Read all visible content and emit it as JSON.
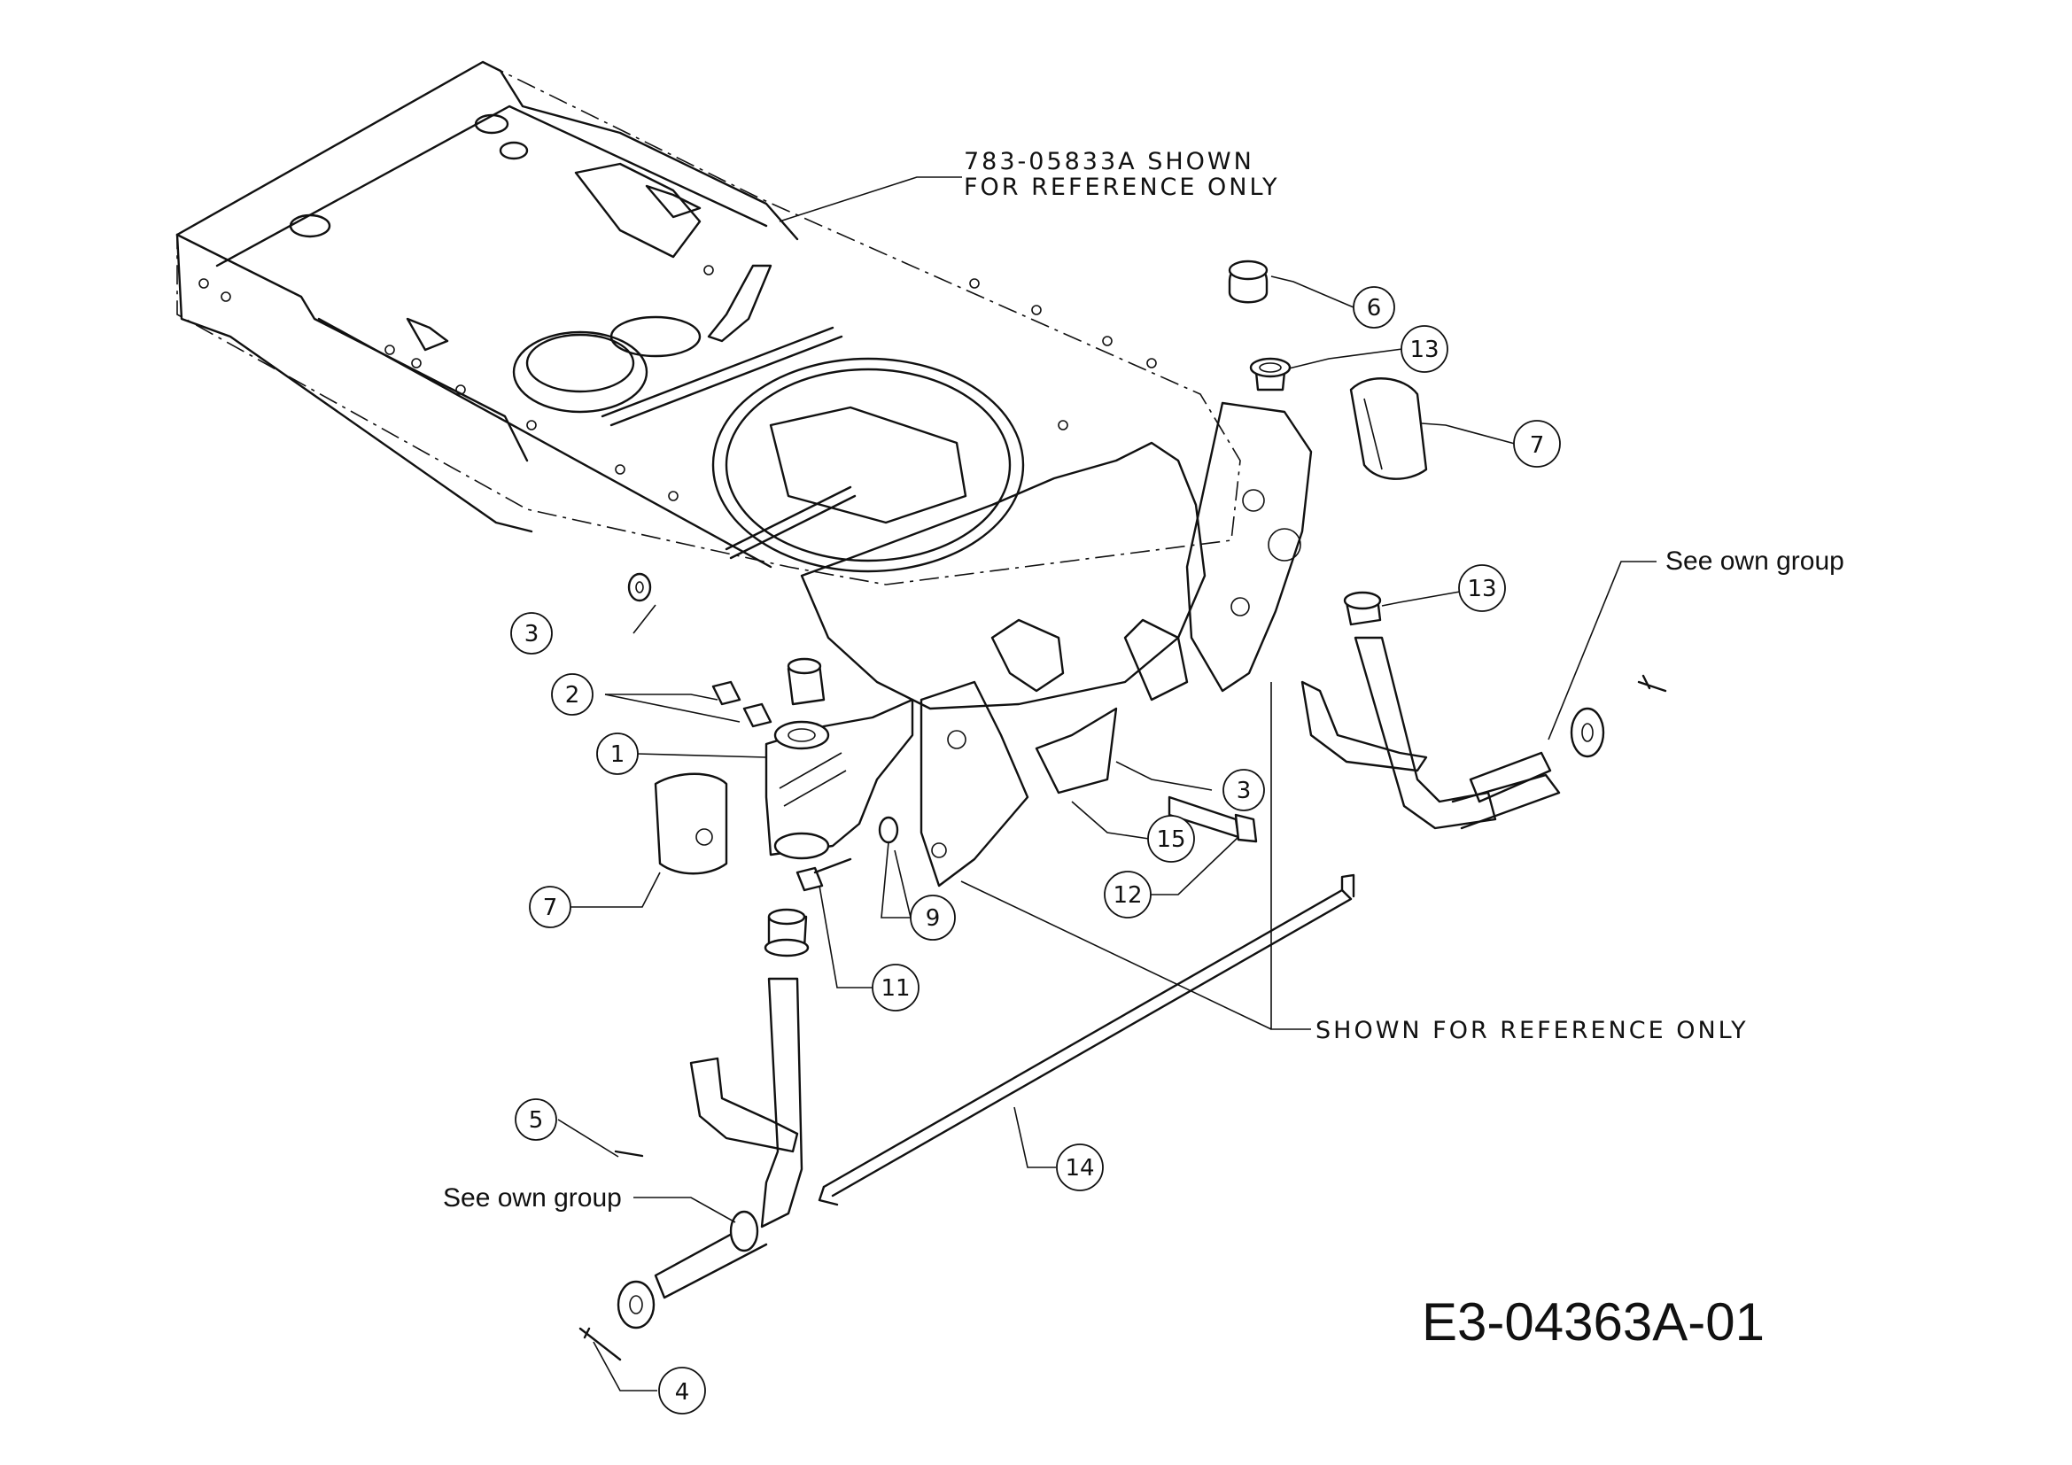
{
  "notes": {
    "reference_783": [
      "783-05833A SHOWN",
      "FOR REFERENCE ONLY"
    ],
    "shown_for_reference": "SHOWN FOR REFERENCE ONLY",
    "see_own_group_right": "See own group",
    "see_own_group_left": "See own group",
    "drawing_code": "E3-04363A-01"
  },
  "callouts": {
    "c1": "1",
    "c2": "2",
    "c3a": "3",
    "c3b": "3",
    "c4": "4",
    "c5": "5",
    "c6": "6",
    "c7a": "7",
    "c7b": "7",
    "c9": "9",
    "c11": "11",
    "c12": "12",
    "c13a": "13",
    "c13b": "13",
    "c14": "14",
    "c15": "15"
  }
}
